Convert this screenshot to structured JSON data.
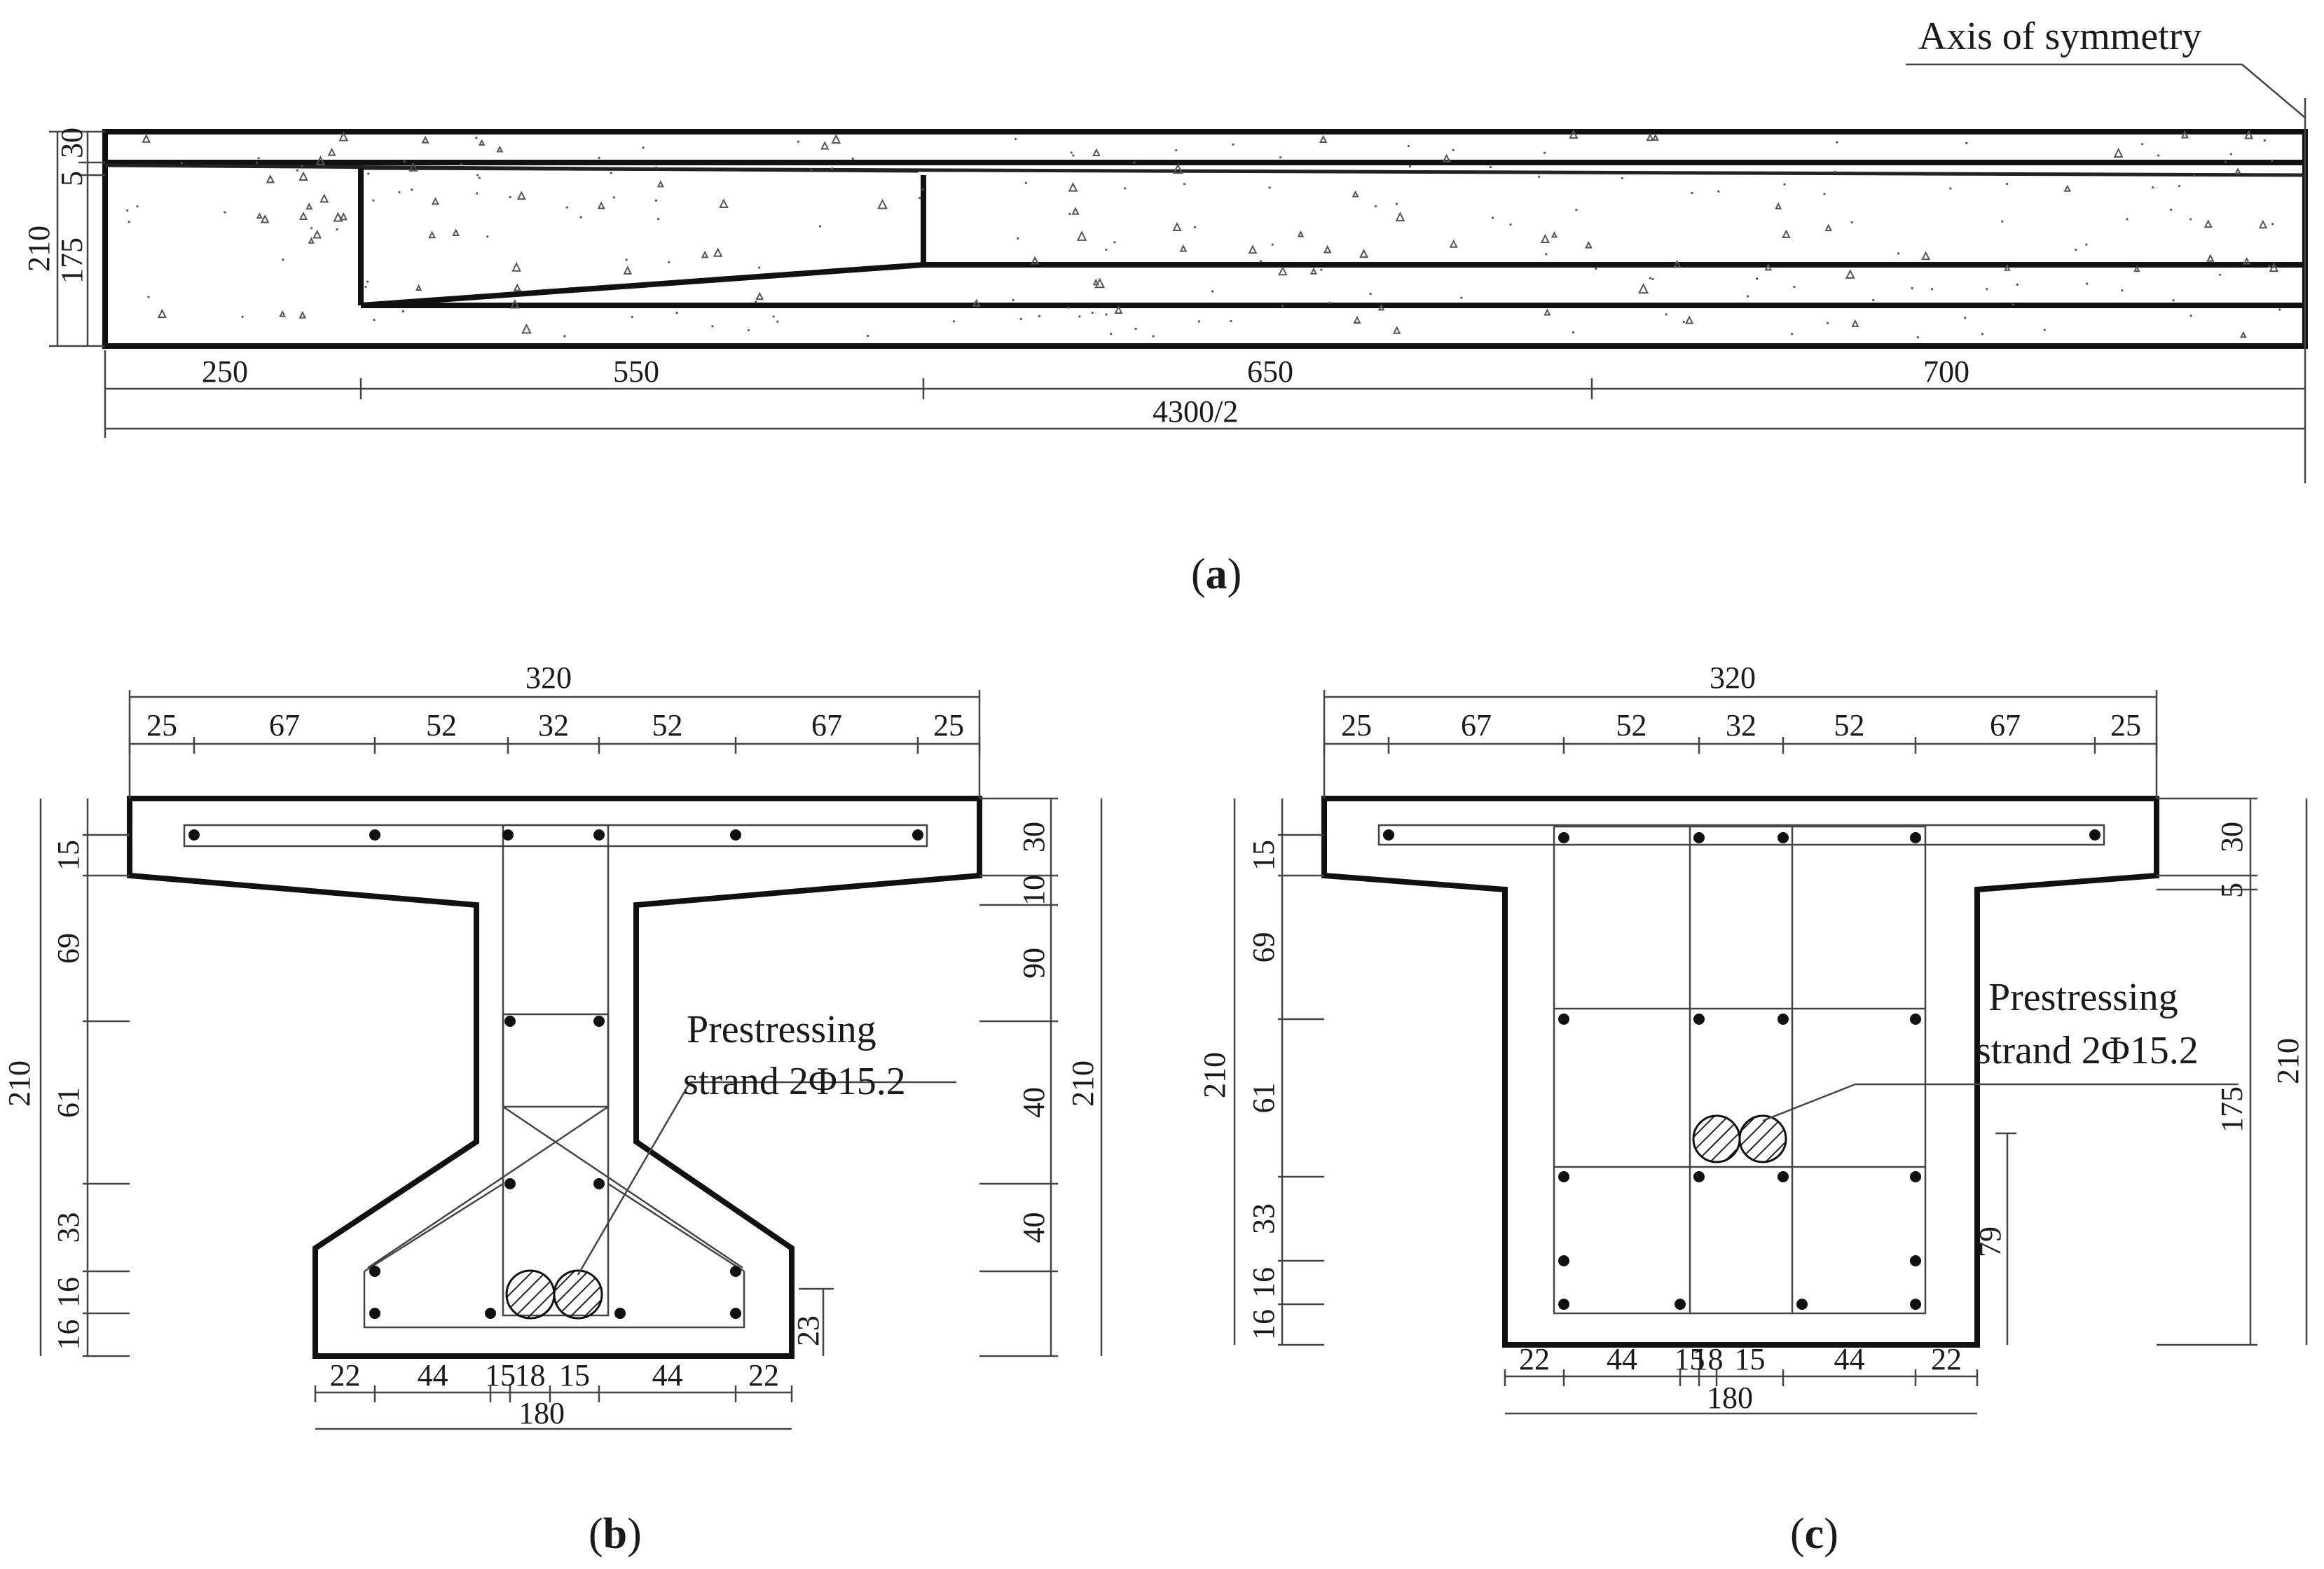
{
  "figure_a": {
    "axis_label": "Axis of symmetry",
    "vertical_dims": [
      "30",
      "5",
      "175",
      "210"
    ],
    "horizontal_dims": [
      "250",
      "550",
      "650",
      "700"
    ],
    "total_dim": "4300/2",
    "caption_letter": "a"
  },
  "figure_b": {
    "top_total": "320",
    "top_dims": [
      "25",
      "67",
      "52",
      "32",
      "52",
      "67",
      "25"
    ],
    "left_dims": [
      "15",
      "69",
      "61",
      "33",
      "16",
      "16",
      "210"
    ],
    "right_dims": [
      "30",
      "10",
      "90",
      "40",
      "40",
      "210",
      "23"
    ],
    "bottom_dims": [
      "22",
      "44",
      "15",
      "18",
      "15",
      "44",
      "22"
    ],
    "bottom_total": "180",
    "strand_label_line1": "Prestressing",
    "strand_label_line2": "strand 2Φ15.2",
    "caption_letter": "b"
  },
  "figure_c": {
    "top_total": "320",
    "top_dims": [
      "25",
      "67",
      "52",
      "32",
      "52",
      "67",
      "25"
    ],
    "left_dims": [
      "15",
      "69",
      "61",
      "33",
      "16",
      "16",
      "210"
    ],
    "right_dims": [
      "30",
      "5",
      "175",
      "210",
      "79"
    ],
    "bottom_dims": [
      "22",
      "44",
      "15",
      "18",
      "15",
      "44",
      "22"
    ],
    "bottom_total": "180",
    "strand_label_line1": "Prestressing",
    "strand_label_line2": "strand 2Φ15.2",
    "caption_letter": "c"
  }
}
